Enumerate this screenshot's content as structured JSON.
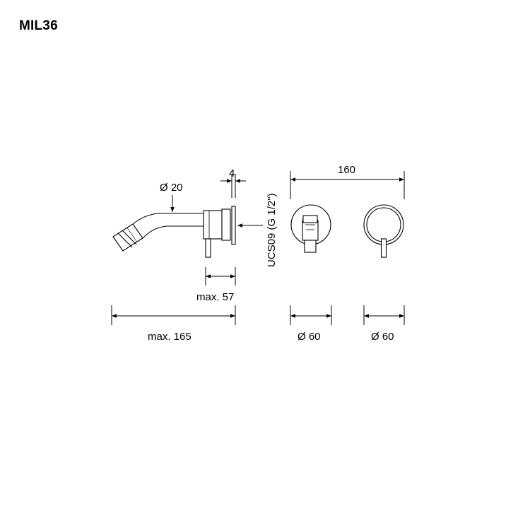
{
  "title": "MIL36",
  "dimensions": {
    "spout_diameter": "Ø 20",
    "plate_thickness": "4",
    "projection_max": "max. 57",
    "spout_length_max": "max. 165",
    "center_distance": "160",
    "mixer_plate_diameter": "Ø 60",
    "diverter_plate_diameter": "Ø 60",
    "connection_code": "UCS09 (G 1/2\")"
  }
}
